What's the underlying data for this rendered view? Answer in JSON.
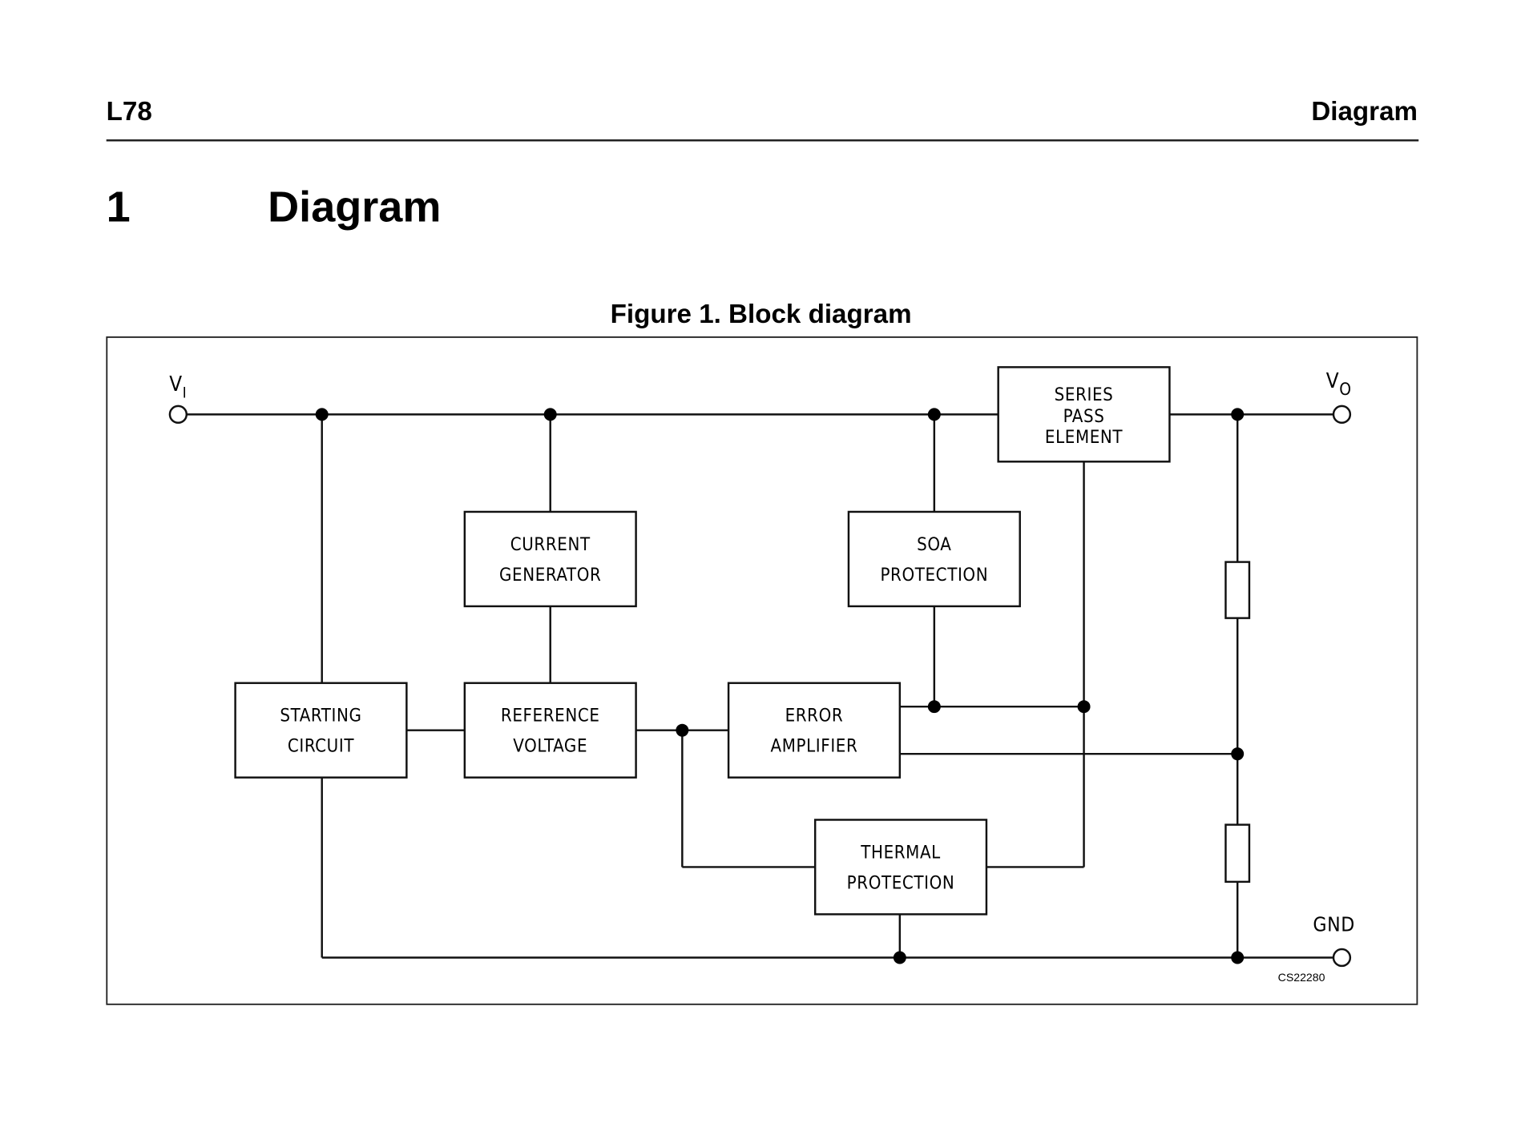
{
  "header": {
    "left": "L78",
    "right": "Diagram"
  },
  "section": {
    "number": "1",
    "title": "Diagram"
  },
  "figure": {
    "caption": "Figure 1. Block diagram",
    "code": "CS22280"
  },
  "terminals": {
    "input": {
      "main": "V",
      "sub": "I"
    },
    "output": {
      "main": "V",
      "sub": "O"
    },
    "ground": "GND"
  },
  "blocks": {
    "series_pass": [
      "SERIES",
      "PASS",
      "ELEMENT"
    ],
    "current_generator": [
      "CURRENT",
      "GENERATOR"
    ],
    "soa_protection": [
      "SOA",
      "PROTECTION"
    ],
    "starting_circuit": [
      "STARTING",
      "CIRCUIT"
    ],
    "reference_voltage": [
      "REFERENCE",
      "VOLTAGE"
    ],
    "error_amplifier": [
      "ERROR",
      "AMPLIFIER"
    ],
    "thermal_protection": [
      "THERMAL",
      "PROTECTION"
    ]
  },
  "components": {
    "resistors": [
      "upper-divider-resistor",
      "lower-divider-resistor"
    ]
  }
}
